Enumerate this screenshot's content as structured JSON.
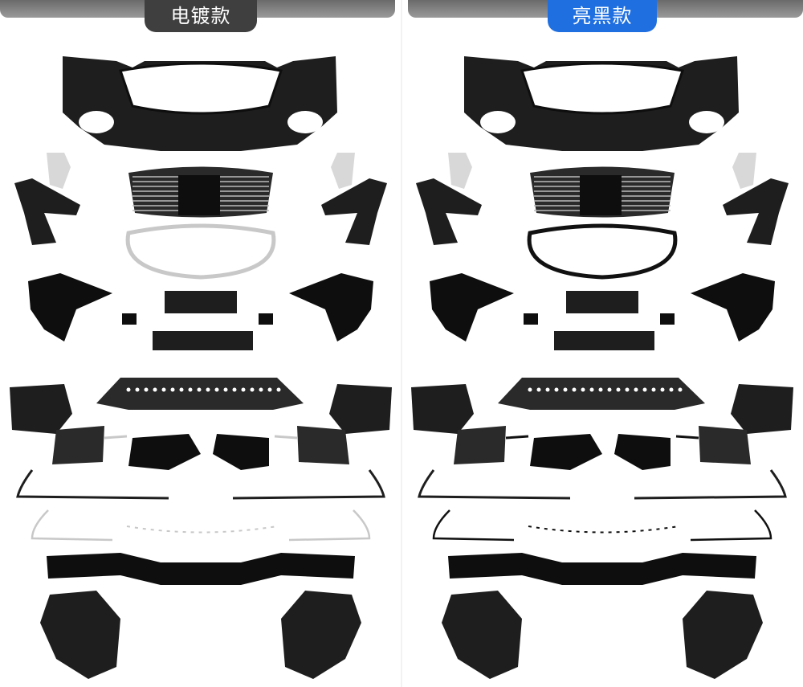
{
  "panels": [
    {
      "id": "chrome",
      "label": "电镀款",
      "badge_color": "#3f3f3f",
      "trim_color": "#c8c8c8"
    },
    {
      "id": "gloss_black",
      "label": "亮黑款",
      "badge_color": "#1f6fe0",
      "trim_color": "#111111"
    }
  ],
  "colors": {
    "plastic": "#1e1e1e",
    "plastic_dark": "#0e0e0e",
    "mesh": "#2a2a2a",
    "bracket": "#d8d8d8"
  }
}
